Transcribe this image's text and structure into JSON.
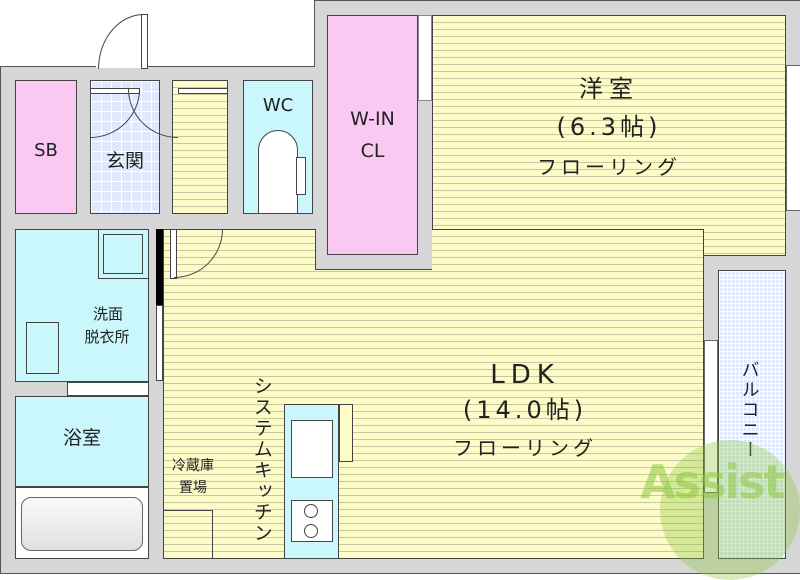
{
  "floorplan": {
    "rooms": {
      "western_room": {
        "name": "洋室",
        "size": "(6.3帖)",
        "floor": "フローリング"
      },
      "ldk": {
        "name": "LDK",
        "size": "(14.0帖)",
        "floor": "フローリング"
      },
      "walk_in_closet": {
        "line1": "W-IN",
        "line2": "CL"
      },
      "shoe_box": {
        "name": "SB"
      },
      "entrance": {
        "name": "玄関"
      },
      "toilet": {
        "name": "WC"
      },
      "washroom": {
        "line1": "洗面",
        "line2": "脱衣所"
      },
      "bathroom": {
        "name": "浴室"
      },
      "fridge_space": {
        "line1": "冷蔵庫",
        "line2": "置場"
      },
      "system_kitchen": {
        "name": "システムキッチン"
      },
      "balcony": {
        "name": "バルコニー"
      }
    },
    "watermark": {
      "text": "Assist",
      "color": "#8cc63f",
      "accent": "#e8736c"
    },
    "colors": {
      "floor": "#fdfcc8",
      "wet_area": "#c9f7fb",
      "storage": "#fbc8f2",
      "tile": "#dfe9fb",
      "wall": "#d6d6d6"
    }
  }
}
